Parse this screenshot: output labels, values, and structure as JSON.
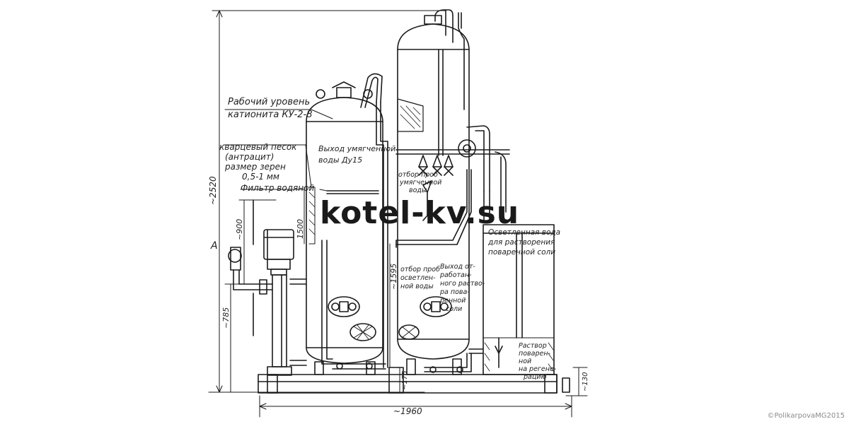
{
  "labels": {
    "working_level_1": "Рабочий уровень",
    "working_level_2": "катионита КУ-2-8",
    "sand_1": "кварцевый песок",
    "sand_2": "(антрацит)",
    "sand_3": "размер зерен",
    "sand_4": "0,5-1 мм",
    "filter": "Фильтр водяной",
    "soft_out_1": "Выход умягченной",
    "soft_out_2": "воды Ду15",
    "sample_soft_1": "отбор проб",
    "sample_soft_2": "умягченной",
    "sample_soft_3": "воды",
    "sample_clarified_1": "отбор проб",
    "sample_clarified_2": "осветлен-",
    "sample_clarified_3": "ной воды",
    "spent_out_1": "Выход от-",
    "spent_out_2": "работан-",
    "spent_out_3": "ного раство-",
    "spent_out_4": "ра пова-",
    "spent_out_5": "ренной",
    "spent_out_6": "соли",
    "clarified_water_1": "Осветленная вода",
    "clarified_water_2": "для растворения",
    "clarified_water_3": "поваренной соли",
    "solution_1": "Раствор",
    "solution_2": "поварен-",
    "solution_3": "ной",
    "solution_4": "на регене-",
    "solution_5": "рацию",
    "point_a": "А"
  },
  "dimensions": {
    "height_total": "~2520",
    "height_900": "~900",
    "height_785": "~785",
    "height_1500": "1500",
    "height_1595": "~1595",
    "height_175": "~175",
    "height_130": "~130",
    "width_total": "~1960"
  },
  "watermark": "kotel-kv.su",
  "copyright": "©PolikarpovaMG2015"
}
